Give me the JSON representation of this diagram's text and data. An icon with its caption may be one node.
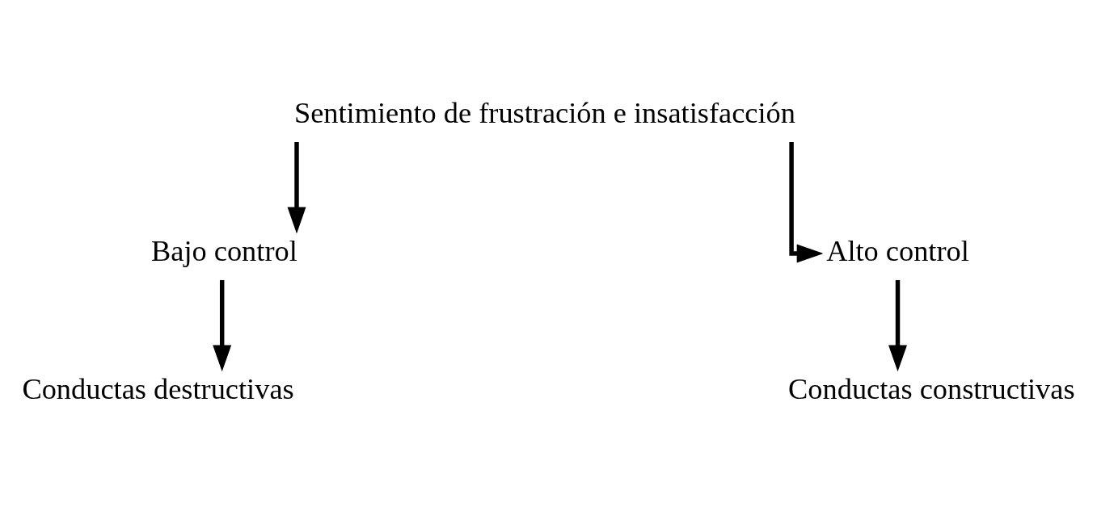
{
  "diagram": {
    "nodes": [
      {
        "text": [
          "Sentimiento de frustración e insatisfacción"
        ]
      },
      {
        "text": [
          "Bajo control"
        ]
      },
      {
        "text": [
          "Alto control"
        ]
      },
      {
        "text": [
          "Conductas destructivas"
        ]
      },
      {
        "text": [
          "Conductas constructivas"
        ]
      }
    ],
    "edges": [
      {
        "from": 0,
        "to": 1,
        "arrow": "to"
      },
      {
        "from": 0,
        "to": 2,
        "arrow": "to"
      },
      {
        "from": 1,
        "to": 3,
        "arrow": "to"
      },
      {
        "from": 2,
        "to": 4,
        "arrow": "to"
      }
    ]
  }
}
